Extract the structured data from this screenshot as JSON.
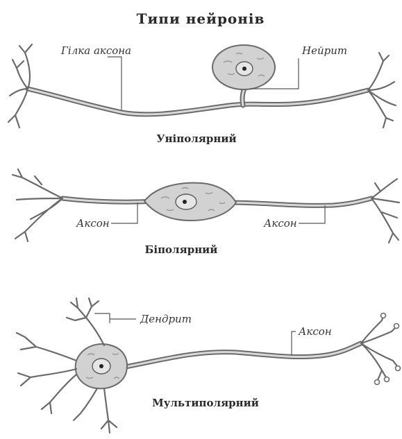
{
  "title": "Типи нейронів",
  "neurons": {
    "unipolar": {
      "name": "Уніполярний",
      "labels": {
        "axon_branch": "Гілка аксона",
        "neurite": "Нейрит"
      }
    },
    "bipolar": {
      "name": "Біполярний",
      "labels": {
        "axon_left": "Аксон",
        "axon_right": "Аксон"
      }
    },
    "multipolar": {
      "name": "Мультиполярний",
      "labels": {
        "dendrite": "Дендрит",
        "axon": "Аксон"
      }
    }
  },
  "colors": {
    "line": "#6a6a6a",
    "cell_body": "#d2d2d2",
    "text": "#2a2a2a"
  }
}
